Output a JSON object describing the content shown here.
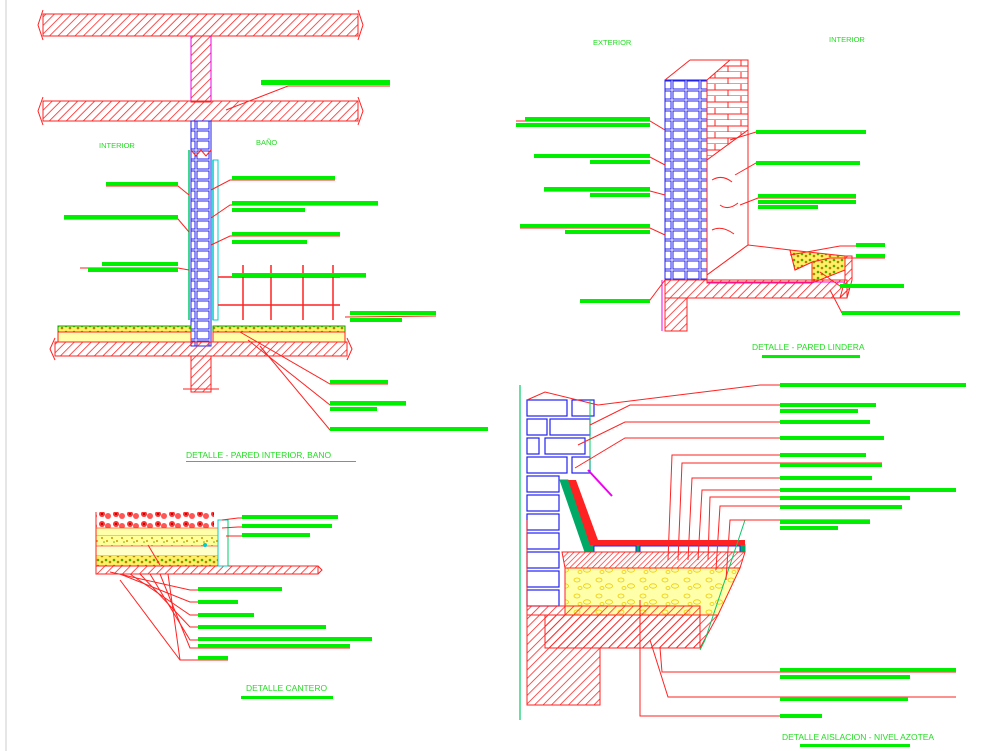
{
  "labels": {
    "interior_left": "INTERIOR",
    "bano": "BAÑO",
    "exterior": "EXTERIOR",
    "interior_right": "INTERIOR"
  },
  "titles": {
    "pared_interior": "DETALLE - PARED INTERIOR, BANO",
    "pared_lindera": "DETALLE - PARED LINDERA",
    "cantero": "DETALLE CANTERO",
    "azotea": "DETALLE AISLACION - NIVEL AZOTEA"
  },
  "colors": {
    "concrete": "#ff2222",
    "leader": "#ff2222",
    "label_bar": "#00ee00",
    "block": "#2222ee",
    "tile": "#00cccc",
    "insulation": "#ffff66",
    "membrane": "#ee00ee",
    "soil": "#ff3333"
  }
}
